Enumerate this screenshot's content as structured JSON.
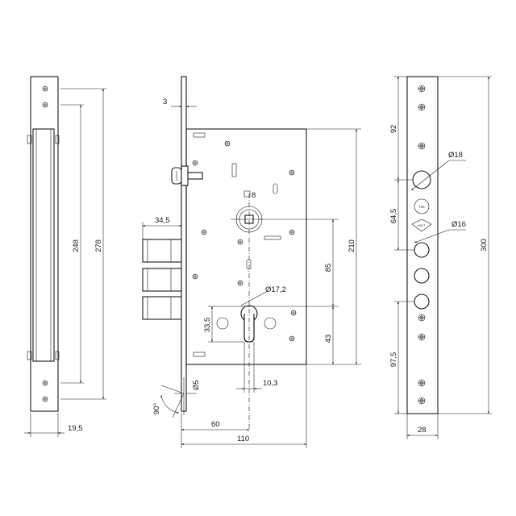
{
  "drawing": {
    "front_plate": {
      "height_inner": "248",
      "height_total": "278",
      "width": "19,5"
    },
    "side_view": {
      "plate_thickness": "3",
      "spindle_square": "8",
      "bolt_projection": "34,5",
      "spindle_to_cylinder": "85",
      "cylinder_to_bottom": "43",
      "body_height": "210",
      "cylinder_diameter": "Ø17,2",
      "cylinder_offset": "33,5",
      "cylinder_width": "10,3",
      "screw_hole": "Ø5",
      "rotation_angle": "90°",
      "backset": "60",
      "body_width": "110"
    },
    "faceplate": {
      "top_offset": "92",
      "upper_hole": "Ø18",
      "hole_spacing": "64,5",
      "lower_hole": "Ø16",
      "bottom_offset": "97,5",
      "total_height": "300",
      "width": "28",
      "logo_top": "TSE",
      "logo_bottom": "KILIT"
    }
  }
}
